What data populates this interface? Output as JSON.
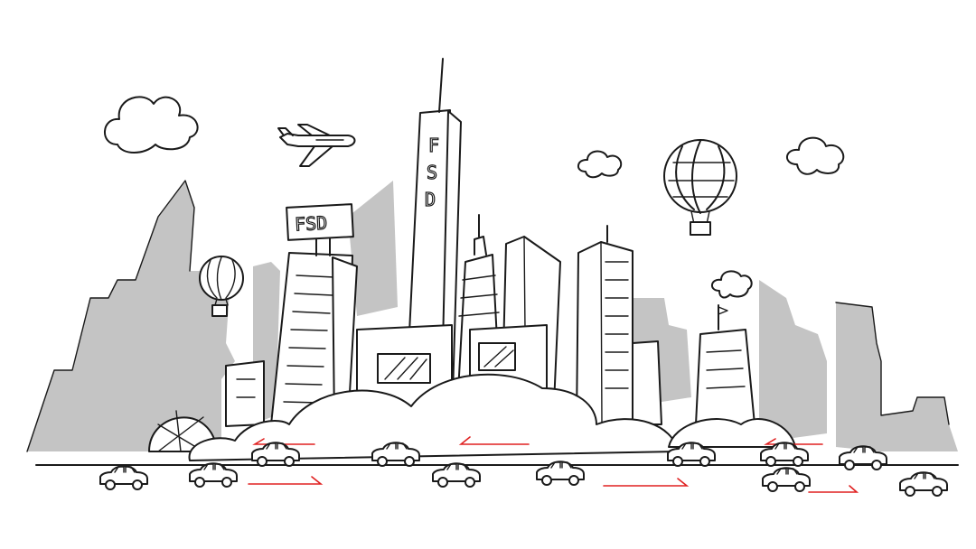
{
  "signs": {
    "billboard": "FSD",
    "tower": [
      "F",
      "S",
      "D"
    ]
  },
  "colors": {
    "ink": "#1a1a1a",
    "shade": "#c4c4c4",
    "traffic_arrows": "#e02020",
    "background": "#ffffff"
  },
  "icons": [
    "cloud-icon",
    "airplane-icon",
    "hot-air-balloon-icon",
    "car-icon"
  ]
}
